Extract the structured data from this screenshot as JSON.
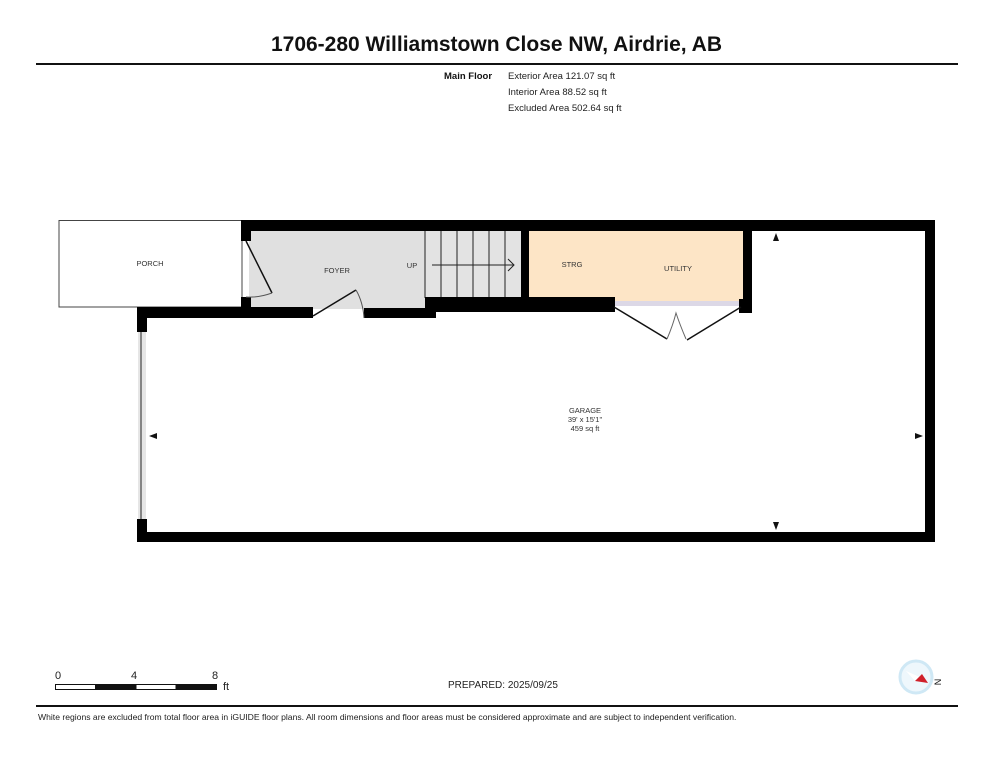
{
  "header": {
    "title": "1706-280 Williamstown Close NW, Airdrie, AB"
  },
  "floor_summary": {
    "floor_name": "Main Floor",
    "exterior_area": "Exterior Area 121.07 sq ft",
    "interior_area": "Interior Area 88.52 sq ft",
    "excluded_area": "Excluded Area 502.64 sq ft"
  },
  "rooms": {
    "porch": {
      "label": "PORCH"
    },
    "foyer": {
      "label": "FOYER"
    },
    "stairs": {
      "label": "UP"
    },
    "storage": {
      "label": "STRG"
    },
    "utility": {
      "label": "UTILITY"
    },
    "garage": {
      "label": "GARAGE",
      "dimensions": "39' x 15'1\"",
      "area": "459 sq ft"
    }
  },
  "colors": {
    "wall": "#000000",
    "foyer_fill": "#e0e0e0",
    "stairs_fill": "#e3e3e3",
    "utility_fill": "#fde5c6",
    "excluded_fill": "#ffffff",
    "compass_ring": "#cfe8f5",
    "compass_pointer": "#d0202a"
  },
  "scale_bar": {
    "ticks": [
      "0",
      "4",
      "8"
    ],
    "unit": "ft"
  },
  "compass": {
    "label": "N"
  },
  "footer": {
    "prepared": "PREPARED: 2025/09/25",
    "disclaimer": "White regions are excluded from total floor area in iGUIDE floor plans. All room dimensions and floor areas must be considered approximate and are subject to independent verification."
  }
}
